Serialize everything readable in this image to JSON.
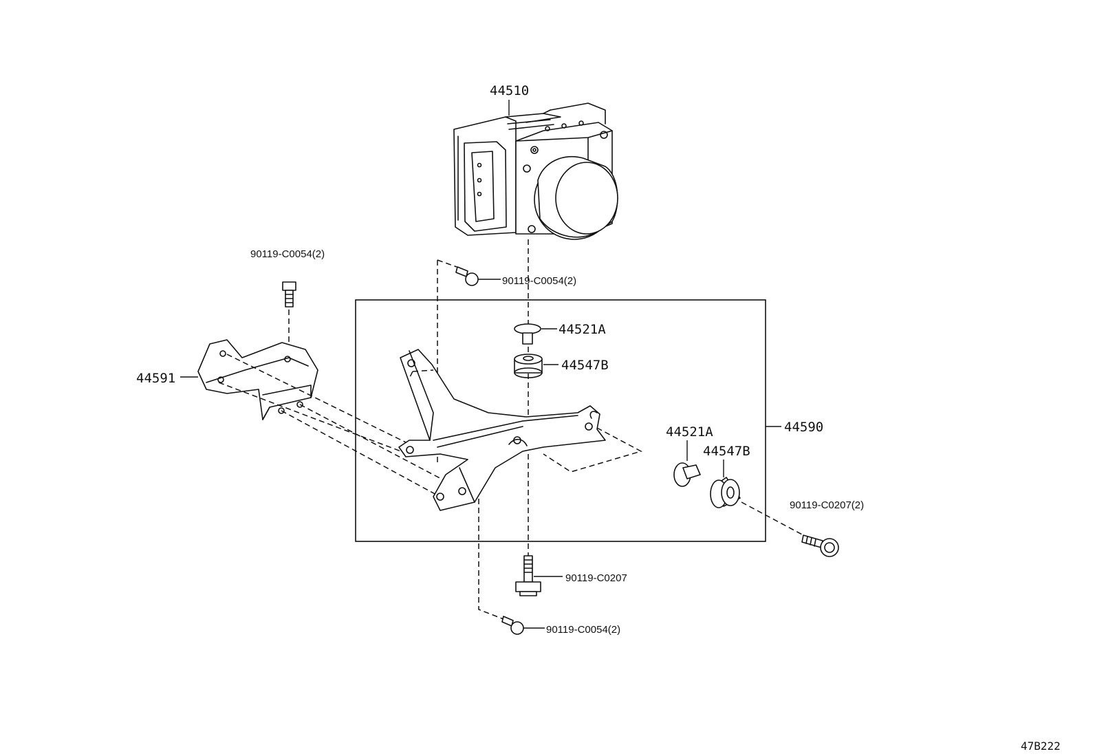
{
  "parts": {
    "actuator": "44510",
    "bracket_left": "44591",
    "bracket_assy": "44590",
    "collar_top": "44521A",
    "cushion_top": "44547B",
    "collar_right": "44521A",
    "cushion_right": "44547B"
  },
  "bolts": {
    "left_top": "90119-C0054(2)",
    "center_top": "90119-C0054(2)",
    "bottom_center": "90119-C0207",
    "bottom_lower": "90119-C0054(2)",
    "right": "90119-C0207(2)"
  },
  "figure_code": "47B222"
}
